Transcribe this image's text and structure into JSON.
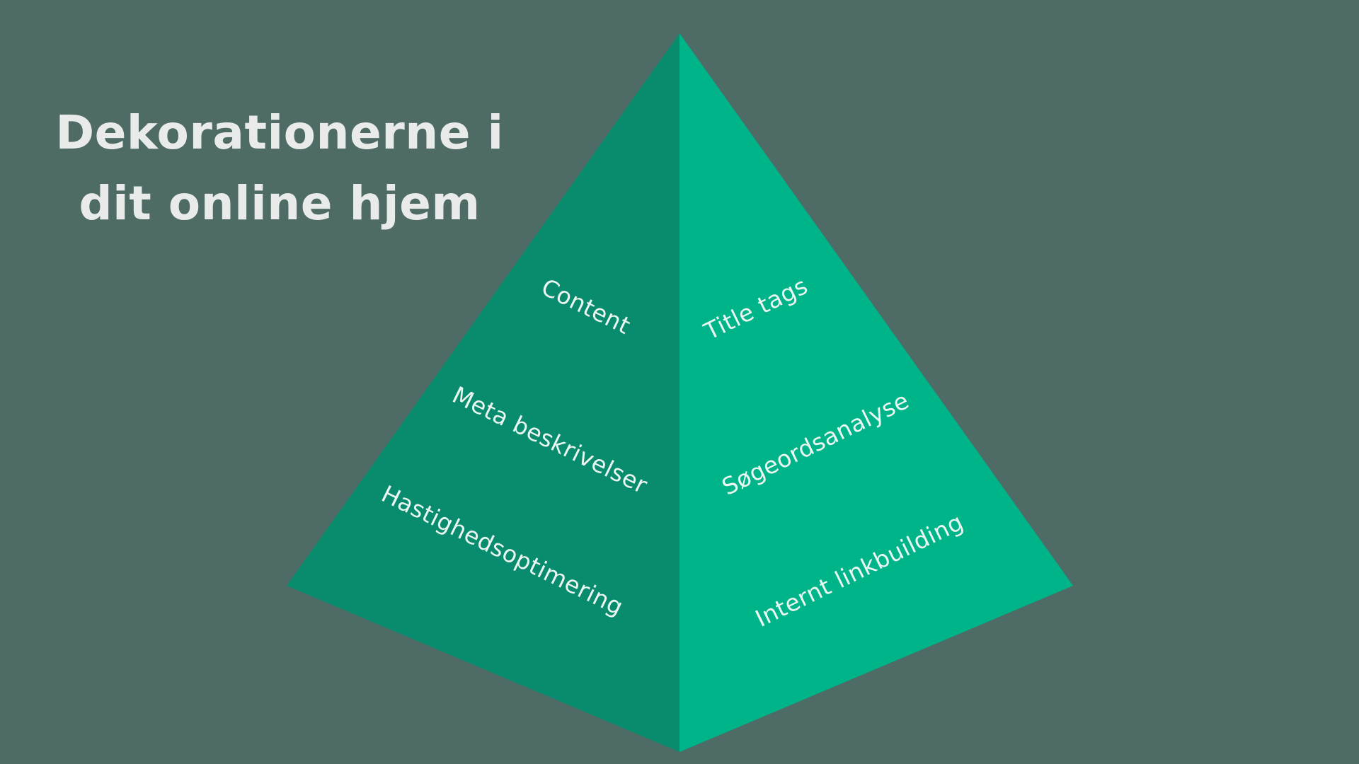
{
  "colors": {
    "background": "#4e6b65",
    "left_face": "#088c6d",
    "right_face": "#00b489",
    "title_text": "#e9ebea",
    "label_text": "#eaf6f1"
  },
  "title": {
    "line1": "Dekorationerne i",
    "line2": "dit online hjem"
  },
  "pyramid": {
    "left_face_labels": [
      "Content",
      "Meta beskrivelser",
      "Hastighedsoptimering"
    ],
    "right_face_labels": [
      "Title tags",
      "Søgeordsanalyse",
      "Internt linkbuilding"
    ]
  }
}
